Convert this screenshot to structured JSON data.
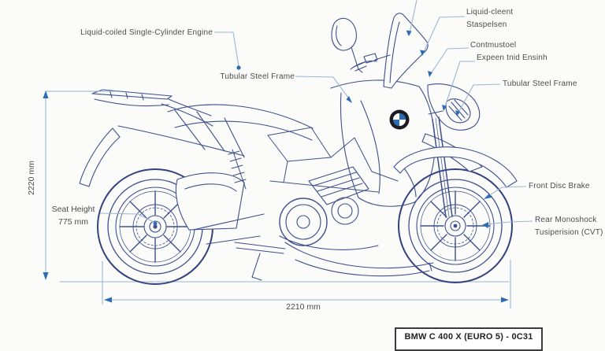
{
  "diagram": {
    "subject": "BMW C 400 X motorcycle technical line drawing with dimensions",
    "title_block": "BMW C 400 X (EURO 5) - 0C31",
    "callouts": {
      "engine": "Liquid-coiled Single-Cylinder Engine",
      "frame_left": "Tubular Steel Frame",
      "windscreen_line1": "Liquid-cleent",
      "windscreen_line2": "Staspelsen",
      "cowl_line1": "Contmustoel",
      "cowl_line2": "Expeen tnid Ensinh",
      "frame_right": "Tubular Steel Frame",
      "front_brake": "Front Disc Brake",
      "monoshock_line1": "Rear Monoshock",
      "monoshock_line2": "Tusiperision (CVT)"
    },
    "dimensions": {
      "overall_length": "2210 mm",
      "overall_height": "2220 mm",
      "seat_height_label": "Seat Height",
      "seat_height_value": "775 mm"
    },
    "icons": {
      "logo": "bmw-roundel"
    },
    "colors": {
      "ink": "#3e4f8c",
      "leader_line": "#9cb6d0",
      "accent_blue": "#2b6cb3",
      "label_text": "#4c4c4f",
      "background": "#fbfbfa"
    }
  }
}
